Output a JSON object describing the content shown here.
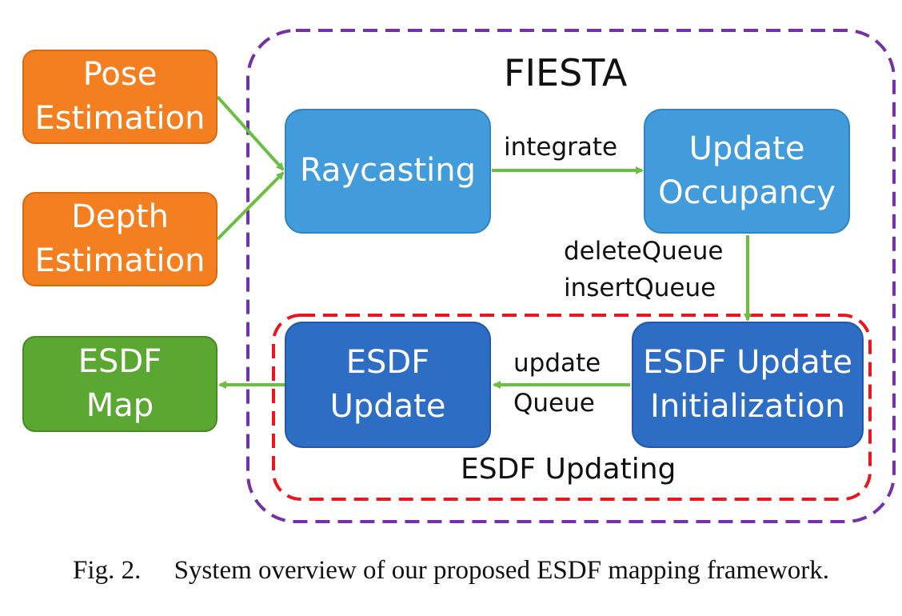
{
  "title": "FIESTA",
  "group_label": "ESDF Updating",
  "nodes": {
    "pose": [
      "Pose",
      "Estimation"
    ],
    "depth": [
      "Depth",
      "Estimation"
    ],
    "esdf_map": [
      "ESDF",
      "Map"
    ],
    "raycasting": [
      "Raycasting"
    ],
    "update_occupancy": [
      "Update",
      "Occupancy"
    ],
    "esdf_update": [
      "ESDF",
      "Update"
    ],
    "esdf_update_init": [
      "ESDF Update",
      "Initialization"
    ]
  },
  "edges": {
    "integrate": "integrate",
    "queues": [
      "deleteQueue",
      "insertQueue"
    ],
    "update_queue": [
      "update",
      "Queue"
    ]
  },
  "caption": {
    "fig": "Fig. 2.",
    "text": "System overview of our proposed ESDF mapping framework."
  },
  "colors": {
    "orange": "#f47f20",
    "green_box": "#5aa832",
    "light_blue": "#429bdb",
    "dark_blue": "#2e6dc4",
    "arrow": "#6abf40",
    "purple_dash": "#7432a6",
    "red_dash": "#e8161d"
  }
}
